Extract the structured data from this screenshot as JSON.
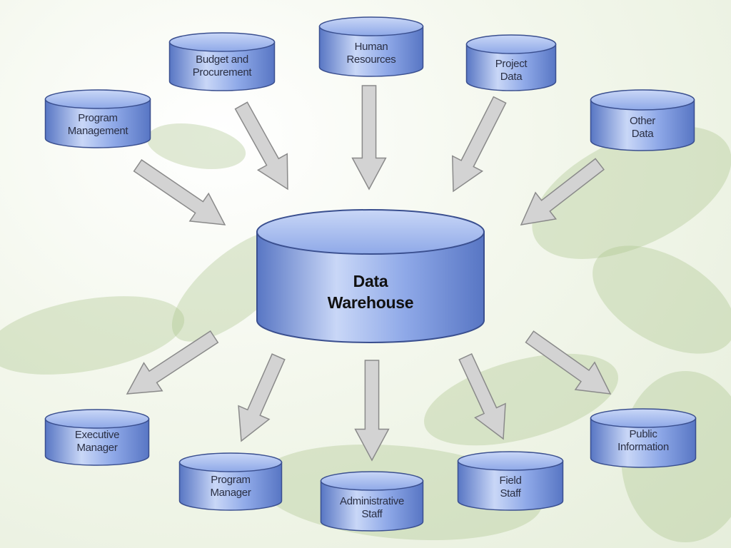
{
  "colors": {
    "cylinder_light": "#c9d7f7",
    "cylinder_mid": "#8fa9e8",
    "cylinder_dark": "#5876c4",
    "cylinder_outline": "#3a4f8f",
    "arrow_fill": "#d3d3d3",
    "arrow_stroke": "#8a8a8a",
    "leaf_green": "#a9c48a"
  },
  "center": {
    "label": "Data\nWarehouse"
  },
  "sources": [
    {
      "id": "budget-and-procurement",
      "label": "Budget and\nProcurement"
    },
    {
      "id": "human-resources",
      "label": "Human\nResources"
    },
    {
      "id": "project-data",
      "label": "Project\nData"
    },
    {
      "id": "program-management",
      "label": "Program\nManagement"
    },
    {
      "id": "other-data",
      "label": "Other\nData"
    }
  ],
  "consumers": [
    {
      "id": "executive-manager",
      "label": "Executive\nManager"
    },
    {
      "id": "program-manager",
      "label": "Program\nManager"
    },
    {
      "id": "administrative-staff",
      "label": "Administrative\nStaff"
    },
    {
      "id": "field-staff",
      "label": "Field\nStaff"
    },
    {
      "id": "public-information",
      "label": "Public\nInformation"
    }
  ]
}
